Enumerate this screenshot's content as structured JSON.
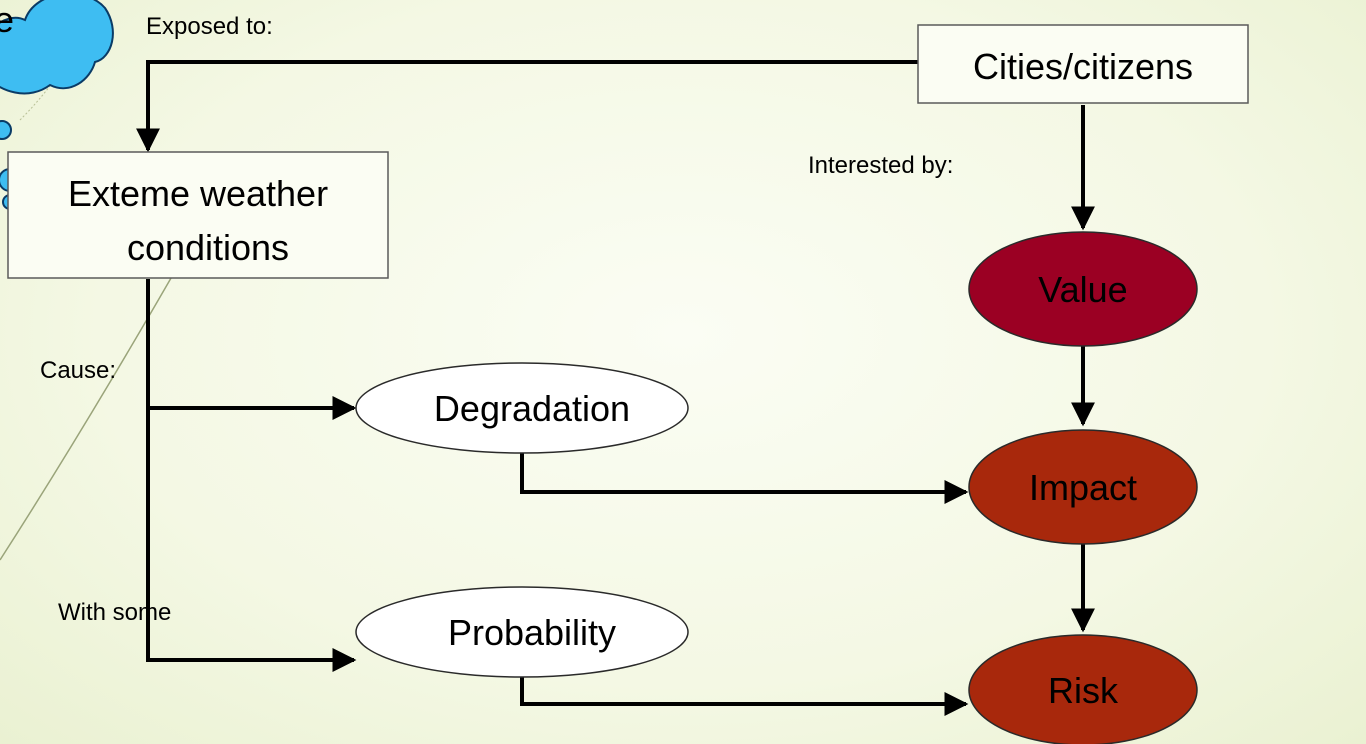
{
  "nodes": {
    "cloud_fragment": "e",
    "cities": "Cities/citizens",
    "weather_line1": "Exteme weather",
    "weather_line2": "conditions",
    "value": "Value",
    "degradation": "Degradation",
    "impact": "Impact",
    "probability": "Probability",
    "risk": "Risk"
  },
  "edge_labels": {
    "exposed_to": "Exposed to:",
    "interested_by": "Interested by:",
    "cause": "Cause:",
    "with_some": "With some"
  },
  "colors": {
    "cloud_fill": "#3ebdf2",
    "value_fill": "#9b0023",
    "impact_fill": "#a8280c",
    "risk_fill": "#a8280c",
    "box_fill": "#fbfdf3"
  }
}
